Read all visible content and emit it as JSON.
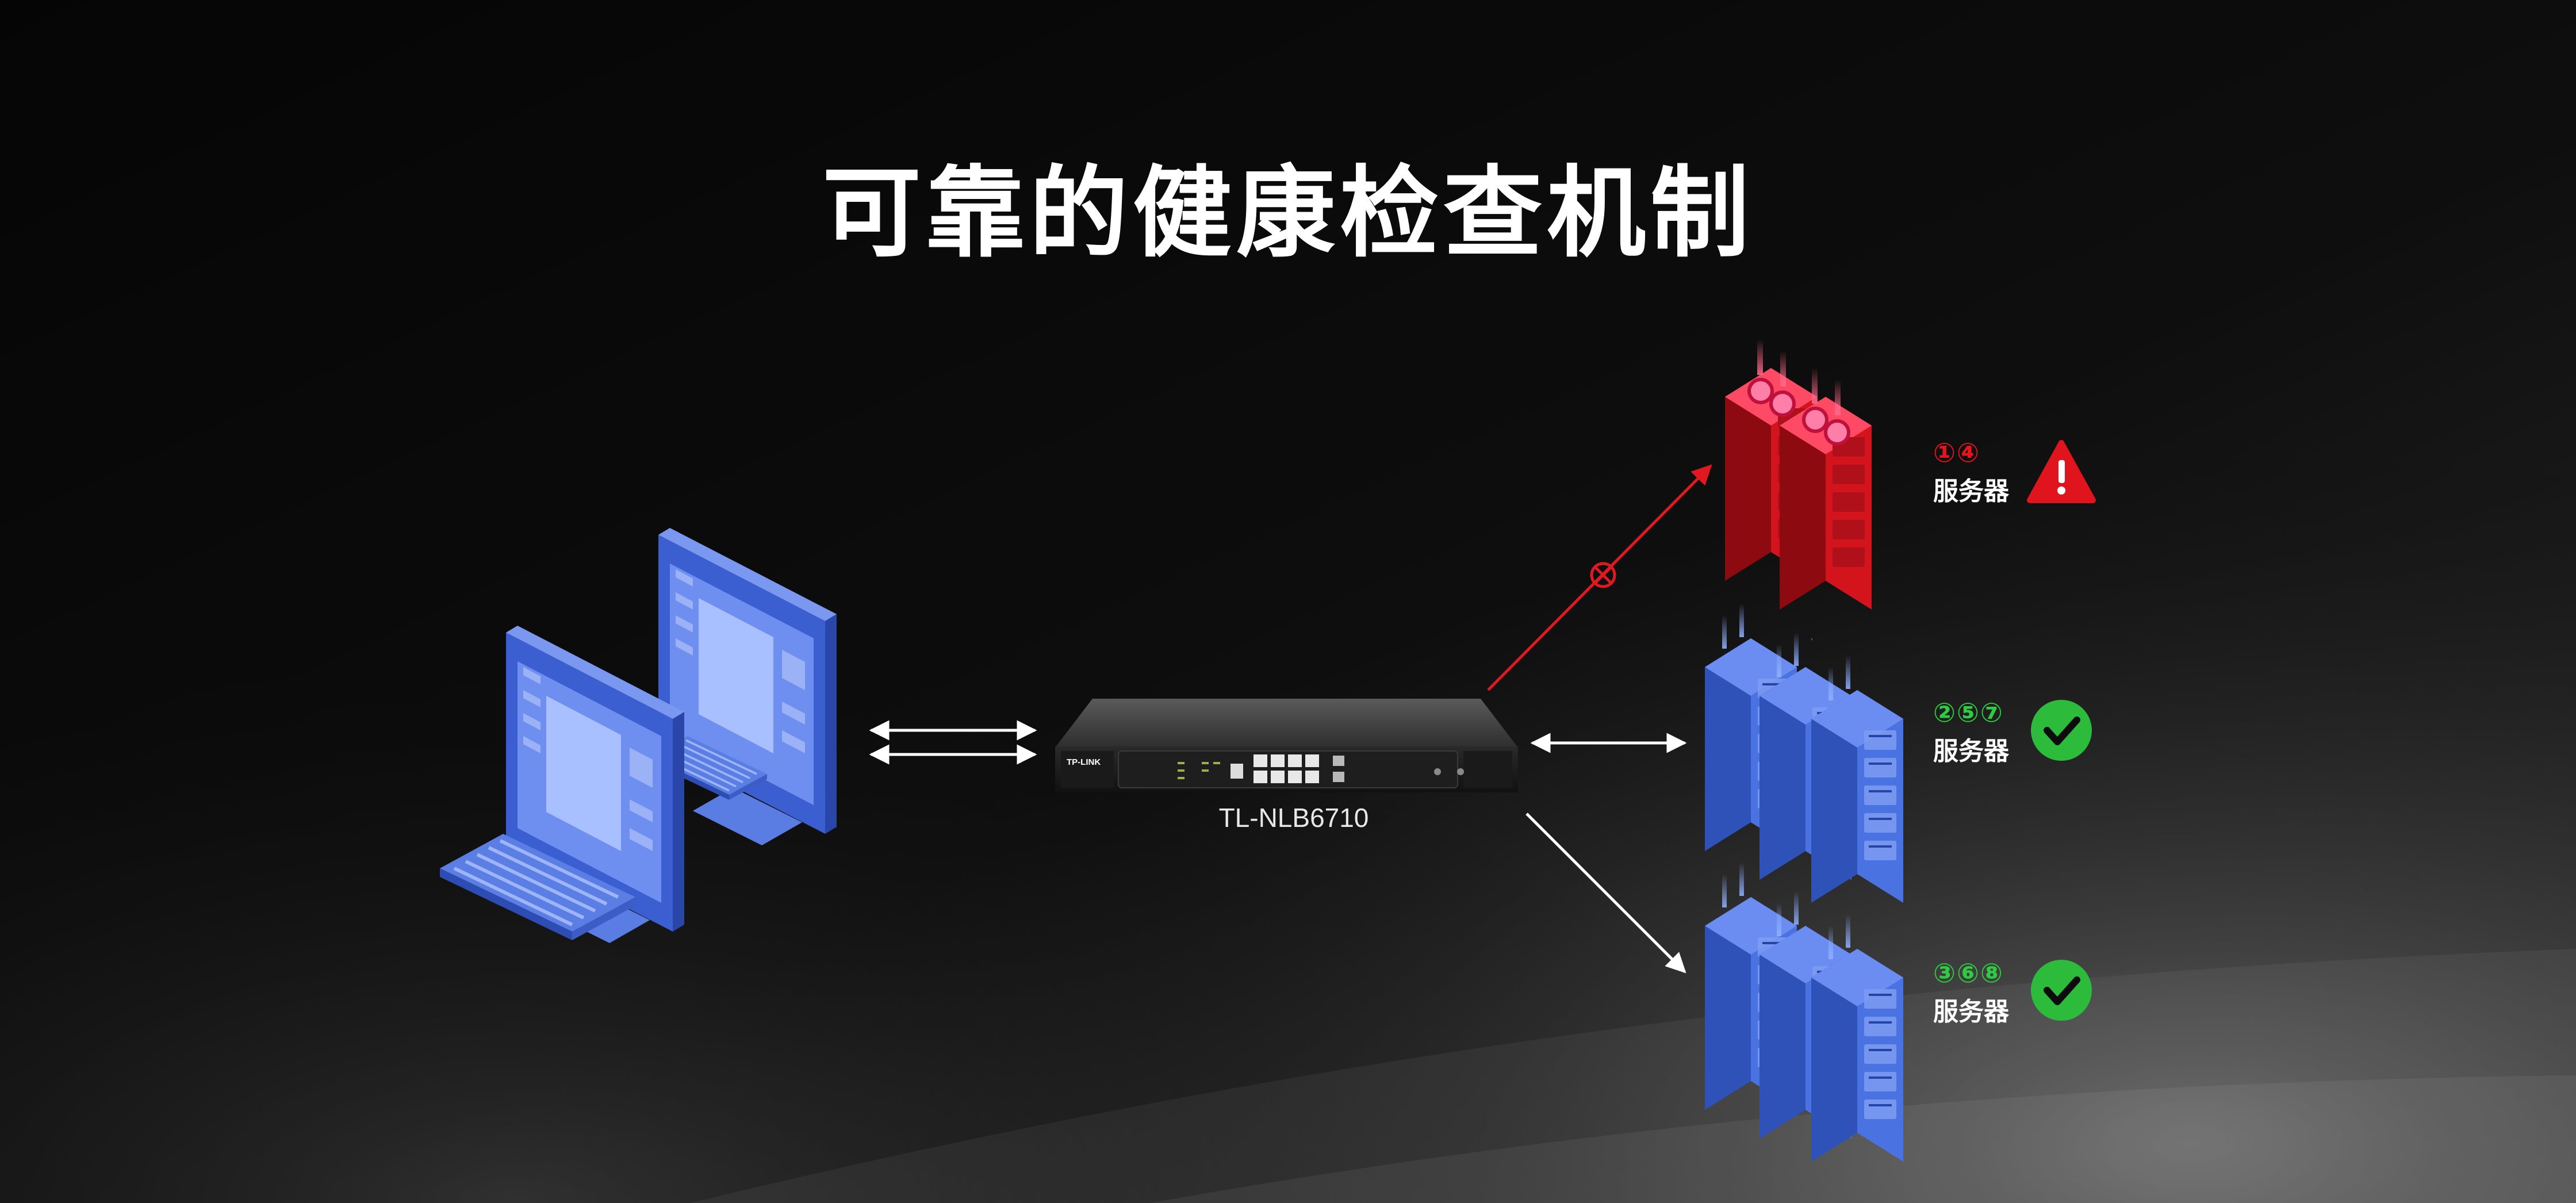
{
  "title": "可靠的健康检查机制",
  "device_label": "TL-NLB6710",
  "brand_badge": "TP-LINK",
  "colors": {
    "client_blue": "#4f73d8",
    "server_blue": "#3d63d2",
    "server_red": "#d4141c",
    "ok_green": "#2dbb3c",
    "warn_red": "#e0141c",
    "arrow_white": "#ffffff",
    "arrow_red": "#e01820"
  },
  "servers": [
    {
      "ids": "①④",
      "name": "服务器",
      "status": "fault",
      "status_icon": "warning-triangle-icon",
      "ids_color": "#e8141c"
    },
    {
      "ids": "②⑤⑦",
      "name": "服务器",
      "status": "ok",
      "status_icon": "green-check-icon",
      "ids_color": "#2ecc40"
    },
    {
      "ids": "③⑥⑧",
      "name": "服务器",
      "status": "ok",
      "status_icon": "green-check-icon",
      "ids_color": "#2ecc40"
    }
  ]
}
